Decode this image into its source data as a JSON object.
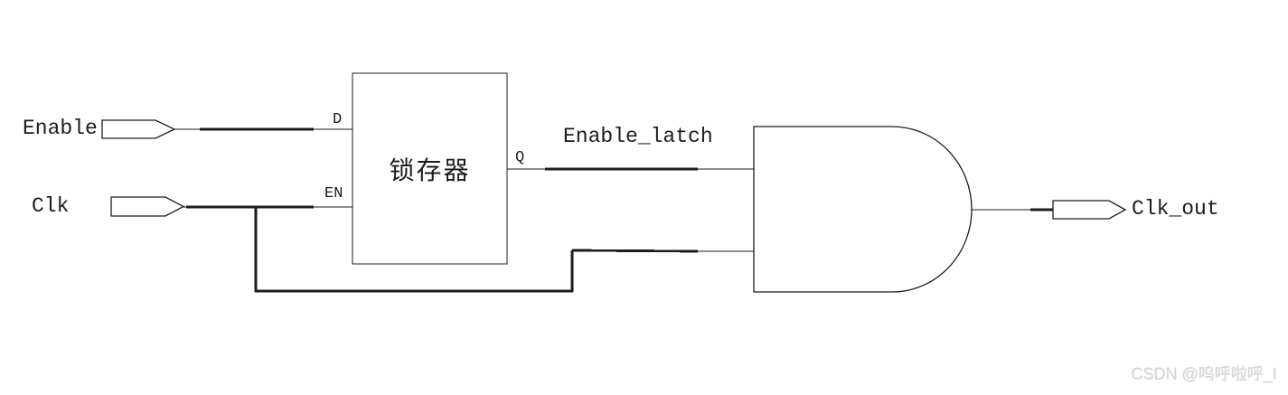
{
  "diagram": {
    "inputs": [
      {
        "label": "Enable"
      },
      {
        "label": "Clk"
      }
    ],
    "latch": {
      "title": "锁存器",
      "pins": {
        "d": "D",
        "en": "EN",
        "q": "Q"
      }
    },
    "nets": {
      "enable_latch": "Enable_latch"
    },
    "output": {
      "label": "Clk_out"
    },
    "colors": {
      "line": "#1c1c1c",
      "background": "#ffffff",
      "watermark": "#d6d6d6"
    }
  },
  "watermark": {
    "text": "CSDN @呜呼啦呼_I"
  }
}
